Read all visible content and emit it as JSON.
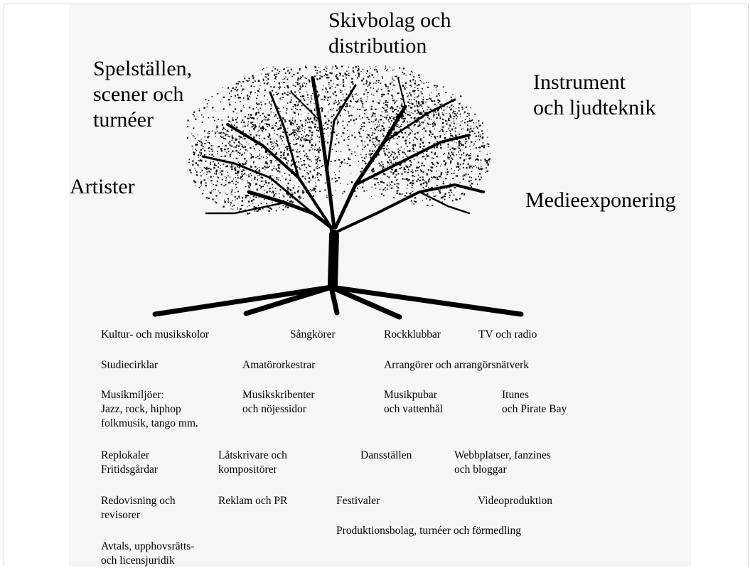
{
  "top_labels": {
    "skivbolag": "Skivbolag och\ndistribution",
    "spelstallen": "Spelställen,\nscener och\nturnéer",
    "instrument": "Instrument\noch ljudteknik",
    "artister": "Artister",
    "medie": "Medieexponering"
  },
  "root_labels": {
    "kultur": "Kultur- och musikskolor",
    "sangkorer": "Sångkörer",
    "rockklubbar": "Rockklubbar",
    "tv_radio": "TV och radio",
    "studiecirklar": "Studiecirklar",
    "amatororkestrar": "Amatörorkestrar",
    "arrangorer": "Arrangörer och arrangörsnätverk",
    "musikmiljoer": "Musikmiljöer:\nJazz, rock, hiphop\nfolkmusik, tango mm.",
    "musikskribenter": "Musikskribenter\noch nöjessidor",
    "musikpubar": "Musikpubar\noch vattenhål",
    "itunes": "Itunes\noch Pirate Bay",
    "replokaler": "Replokaler\nFritidsgårdar",
    "latskrivare": "Låtskrivare och\nkompositörer",
    "dansstallen": "Dansställen",
    "webbplatser": "Webbplatser, fanzines\noch bloggar",
    "redovisning": "Redovisning och\nrevisorer",
    "reklam": "Reklam och PR",
    "festivaler": "Festivaler",
    "videoproduktion": "Videoproduktion",
    "produktionsbolag": "Produktionsbolag, turnéer och förmedling",
    "avtals": "Avtals, upphovsrätts-\noch licensjuridik"
  },
  "colors": {
    "ink": "#000000",
    "panel": "#f6f6f6"
  }
}
